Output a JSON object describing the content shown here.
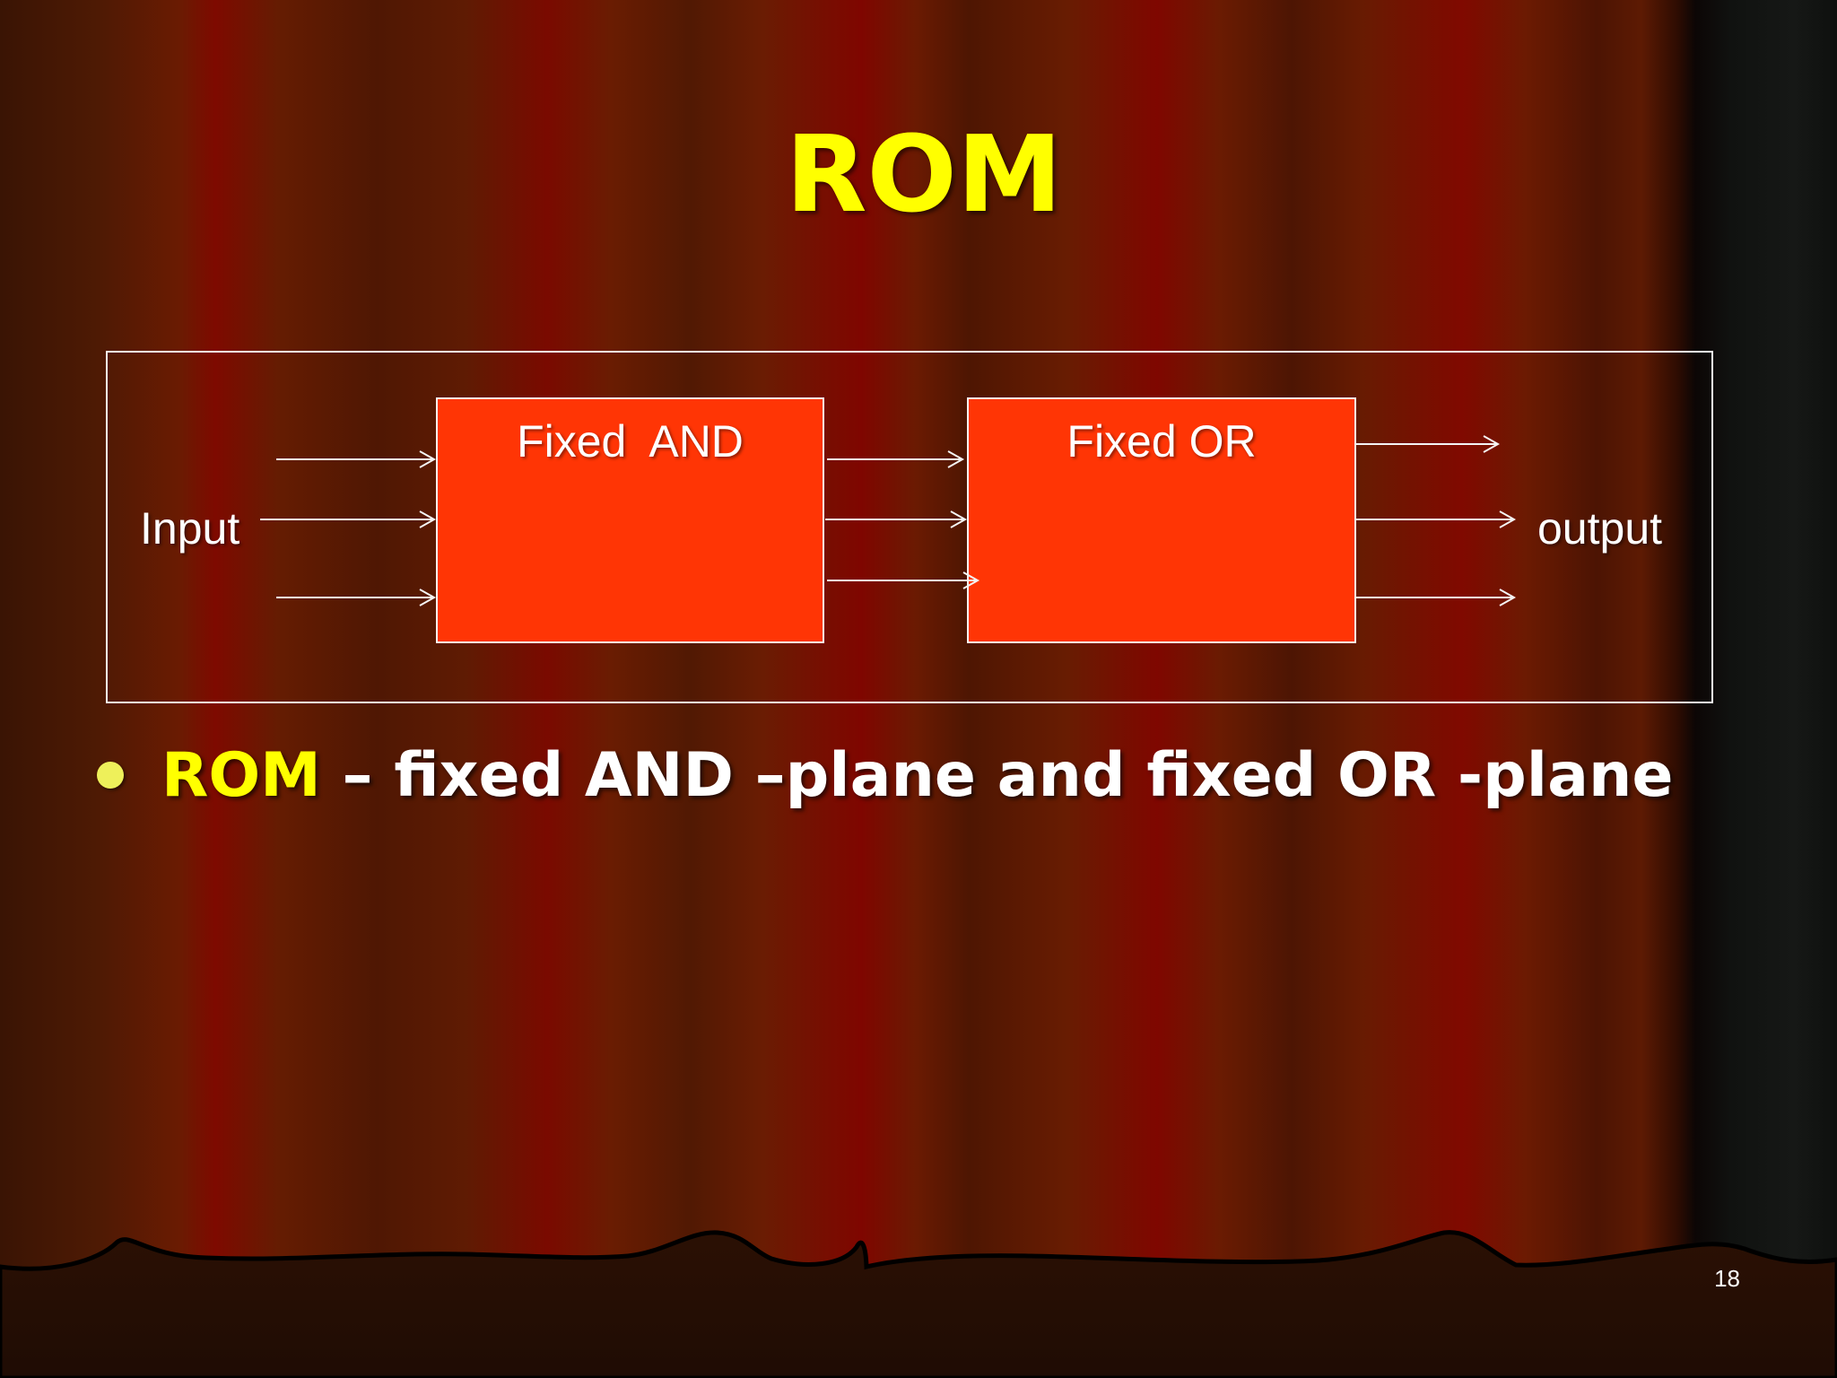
{
  "slide": {
    "title": "ROM",
    "diagram": {
      "input_label": "Input",
      "output_label": "output",
      "and_block_label": "Fixed  AND",
      "or_block_label": "Fixed OR"
    },
    "bullet": {
      "keyword": "ROM",
      "text": " – fixed AND –plane and fixed OR -plane"
    },
    "page_number": "18"
  },
  "colors": {
    "title": "#ffff00",
    "block_fill": "#ff3505",
    "bullet_dot": "#eef05a"
  }
}
